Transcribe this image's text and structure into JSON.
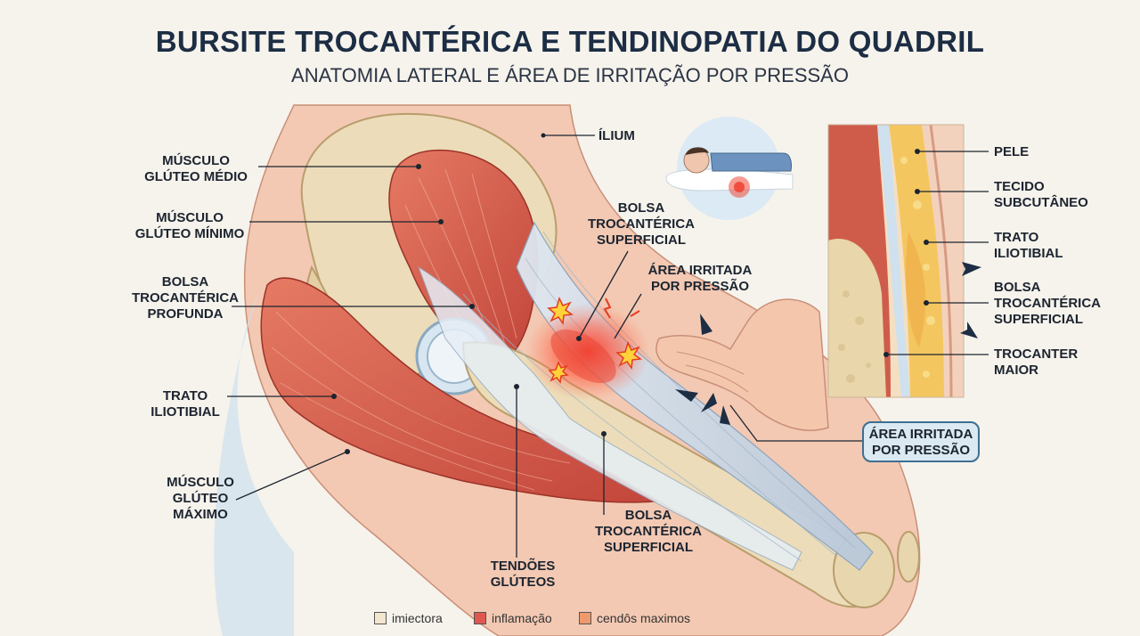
{
  "title": "BURSITE TROCANTÉRICA E TENDINOPATIA DO QUADRIL",
  "subtitle": "ANATOMIA LATERAL E ÁREA DE IRRITAÇÃO POR PRESSÃO",
  "labels": {
    "ilium": "ÍLIUM",
    "gluteo_medio_1": "MÚSCULO",
    "gluteo_medio_2": "GLÚTEO MÉDIO",
    "gluteo_minimo_1": "MÚSCULO",
    "gluteo_minimo_2": "GLÚTEO MÍNIMO",
    "bolsa_profunda_1": "BOLSA",
    "bolsa_profunda_2": "TROCANTÉRICA",
    "bolsa_profunda_3": "PROFUNDA",
    "trato_1": "TRATO",
    "trato_2": "ILIOTIBIAL",
    "maximo_1": "MÚSCULO",
    "maximo_2": "GLÚTEO",
    "maximo_3": "MÁXIMO",
    "bolsa_sup_top_1": "BOLSA",
    "bolsa_sup_top_2": "TROCANTÉRICA",
    "bolsa_sup_top_3": "SUPERFICIAL",
    "area_irritada_1": "ÁREA IRRITADA",
    "area_irritada_2": "POR PRESSÃO",
    "bolsa_sup_bot_1": "BOLSA",
    "bolsa_sup_bot_2": "TROCANTÉRICA",
    "bolsa_sup_bot_3": "SUPERFICIAL",
    "tendoes_1": "TENDÕES",
    "tendoes_2": "GLÚTEOS"
  },
  "callout": {
    "line1": "ÁREA IRRITADA",
    "line2": "POR PRESSÃO"
  },
  "inset": {
    "pele": "PELE",
    "tecido_1": "TECIDO",
    "tecido_2": "SUBCUTÂNEO",
    "trato_1": "TRATO",
    "trato_2": "ILIOTIBIAL",
    "bolsa_1": "BOLSA",
    "bolsa_2": "TROCANTÉRICA",
    "bolsa_3": "SUPERFICIAL",
    "trocanter_1": "TROCANTER",
    "trocanter_2": "MAIOR"
  },
  "legend": [
    {
      "label": "imiectora",
      "color": "#f3e6cf"
    },
    {
      "label": "inflamação",
      "color": "#e0574f"
    },
    {
      "label": "cendôs maximos",
      "color": "#ef9a6c"
    }
  ],
  "colors": {
    "muscle": "#d9604e",
    "bone": "#ecdcb9",
    "skin": "#f4cdb8",
    "inflammation": "#ee3b2b",
    "accent": "#1c2d44"
  }
}
